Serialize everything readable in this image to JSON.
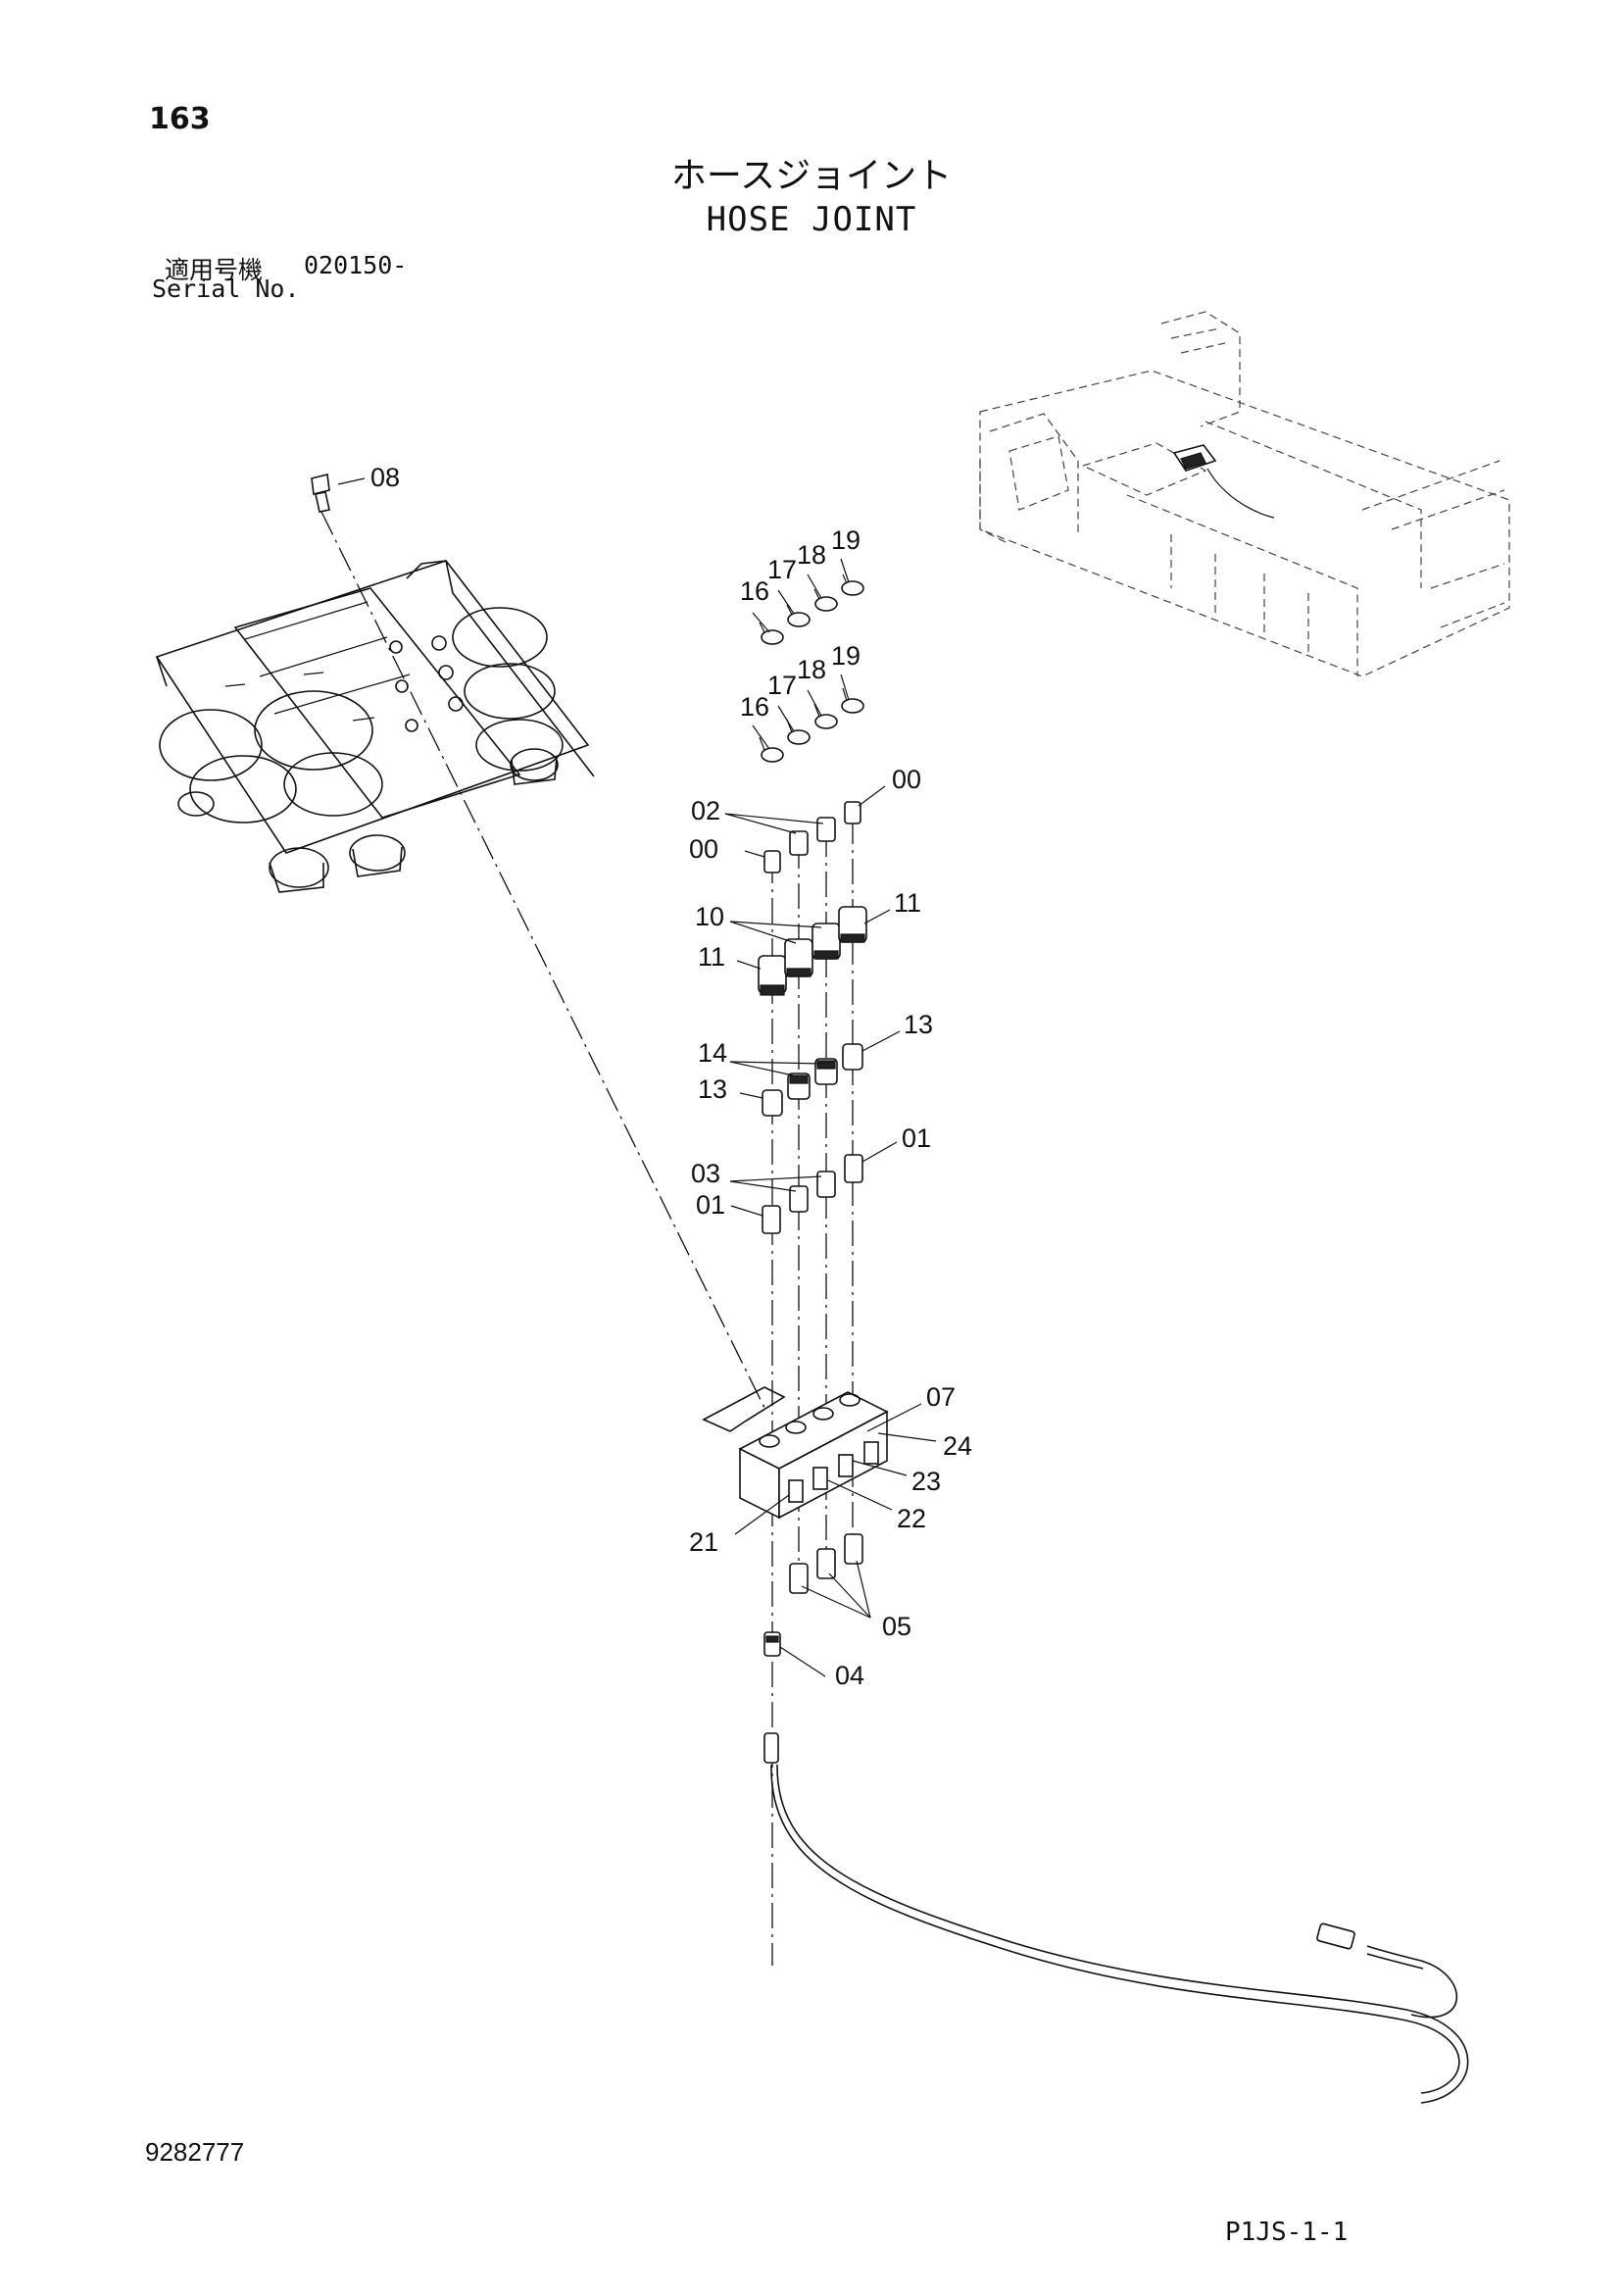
{
  "header": {
    "page_number": "163",
    "title_jp": "ホースジョイント",
    "title_en": "HOSE JOINT",
    "serial_label_jp": "適用号機",
    "serial_value": "020150-",
    "serial_label_en": "Serial No."
  },
  "footer": {
    "doc_number": "9282777",
    "page_code": "P1JS-1-1"
  },
  "callouts": {
    "c08": "08",
    "c16a": "16",
    "c17a": "17",
    "c18a": "18",
    "c19a": "19",
    "c16b": "16",
    "c17b": "17",
    "c18b": "18",
    "c19b": "19",
    "c02": "02",
    "c00a": "00",
    "c00b": "00",
    "c10": "10",
    "c11a": "11",
    "c11b": "11",
    "c14": "14",
    "c13a": "13",
    "c13b": "13",
    "c03": "03",
    "c01a": "01",
    "c01b": "01",
    "c07": "07",
    "c24": "24",
    "c23": "23",
    "c22": "22",
    "c21": "21",
    "c05": "05",
    "c04": "04"
  }
}
